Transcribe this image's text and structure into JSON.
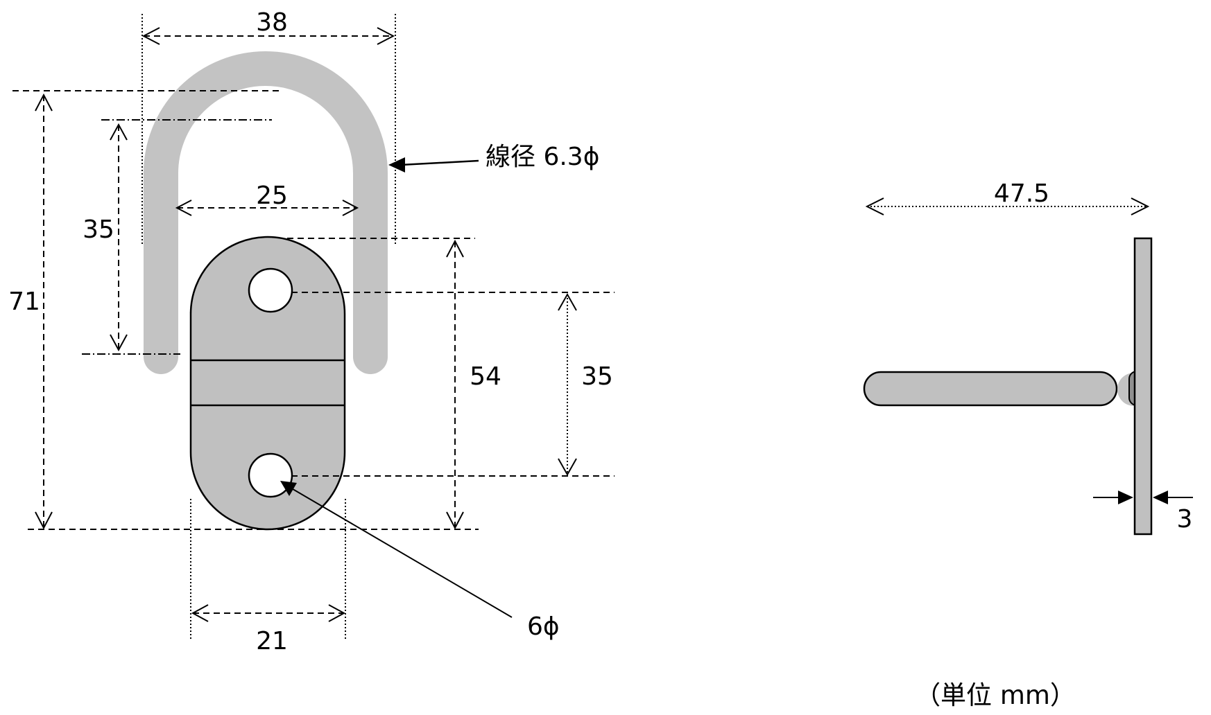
{
  "dimensions": {
    "ring_outer_width": "38",
    "ring_inner_width": "25",
    "ring_inner_height": "35",
    "overall_height": "71",
    "plate_height": "54",
    "hole_pitch": "35",
    "plate_width": "21",
    "side_length": "47.5",
    "plate_thickness": "3"
  },
  "annotations": {
    "wire_diameter": "線径 6.3ϕ",
    "hole_diameter": "6ϕ"
  },
  "unit_note": "（単位 mm）",
  "colors": {
    "ring": "#c3c3c3",
    "plate": "#c0c0c0",
    "outline": "#000000",
    "background": "#ffffff"
  }
}
